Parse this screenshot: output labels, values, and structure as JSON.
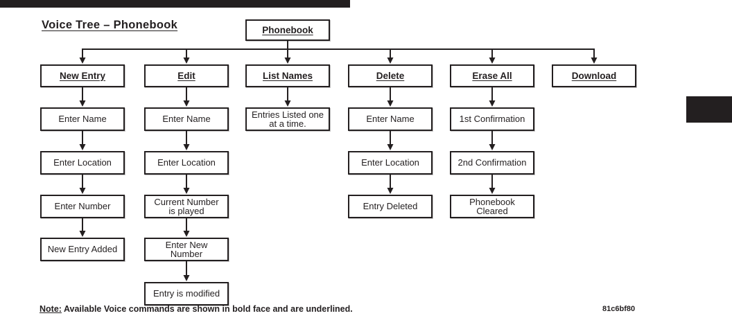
{
  "title": "Voice Tree – Phonebook",
  "root": {
    "label": "Phonebook"
  },
  "branches": [
    {
      "label": "New Entry",
      "steps": [
        "Enter Name",
        "Enter Location",
        "Enter Number",
        "New Entry Added"
      ]
    },
    {
      "label": "Edit",
      "steps": [
        "Enter Name",
        "Enter Location",
        "Current Number\nis played",
        "Enter New\nNumber",
        "Entry is modified"
      ]
    },
    {
      "label": "List Names",
      "steps": [
        "Entries Listed one\nat a time."
      ]
    },
    {
      "label": "Delete",
      "steps": [
        "Enter Name",
        "Enter Location",
        "Entry Deleted"
      ]
    },
    {
      "label": "Erase All",
      "steps": [
        "1st Confirmation",
        "2nd Confirmation",
        "Phonebook\nCleared"
      ]
    },
    {
      "label": "Download",
      "steps": []
    }
  ],
  "note": {
    "prefix": "Note:",
    "text": " Available Voice commands are shown in bold face and are underlined."
  },
  "figure_code": "81c6bf80",
  "colors": {
    "ink": "#231f20",
    "background": "#ffffff"
  }
}
